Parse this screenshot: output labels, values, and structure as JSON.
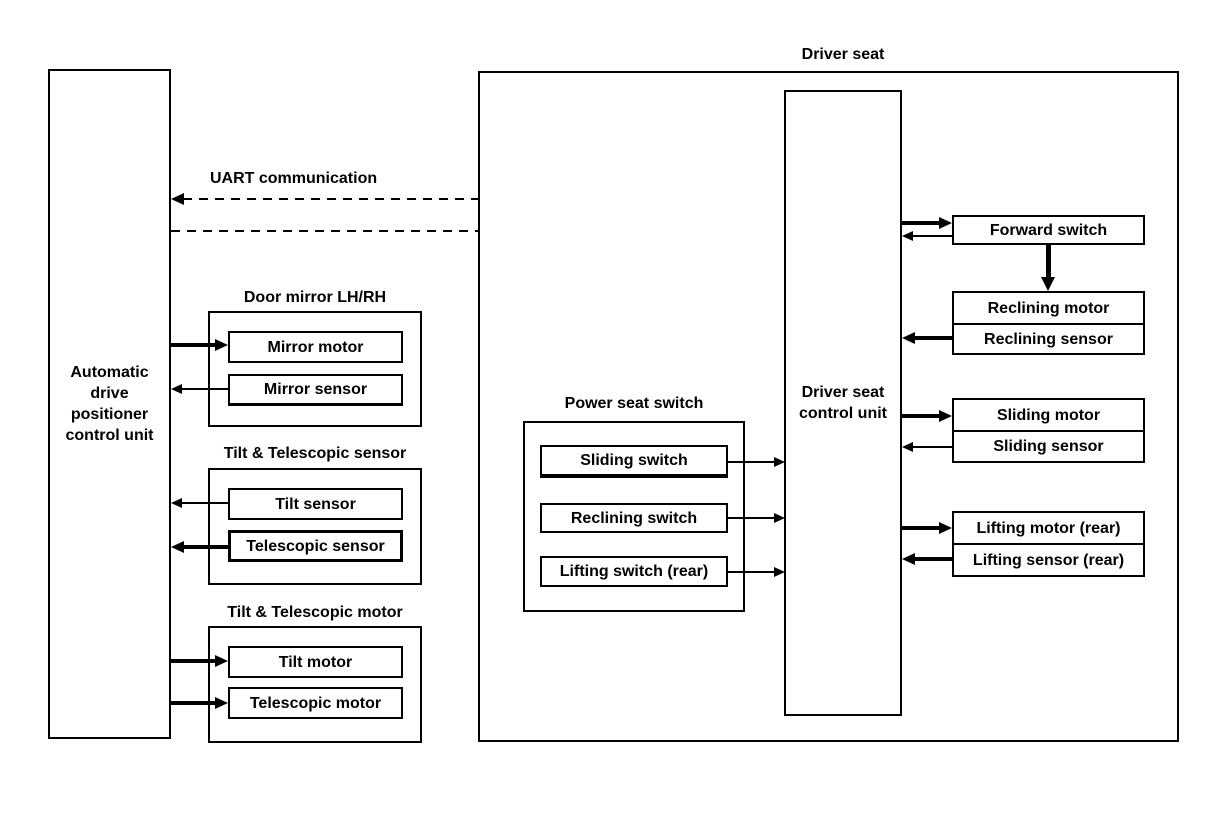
{
  "colors": {
    "line": "#000000",
    "background": "#ffffff"
  },
  "left_unit": {
    "label": "Automatic\ndrive\npositioner\ncontrol unit"
  },
  "uart": {
    "label": "UART communication"
  },
  "driver_seat": {
    "title": "Driver seat",
    "control_unit_label": "Driver seat\ncontrol unit"
  },
  "door_mirror": {
    "title": "Door mirror LH/RH",
    "items": [
      "Mirror motor",
      "Mirror sensor"
    ]
  },
  "tilt_telescopic_sensor": {
    "title": "Tilt & Telescopic sensor",
    "items": [
      "Tilt sensor",
      "Telescopic sensor"
    ]
  },
  "tilt_telescopic_motor": {
    "title": "Tilt & Telescopic motor",
    "items": [
      "Tilt motor",
      "Telescopic motor"
    ]
  },
  "power_seat_switch": {
    "title": "Power seat switch",
    "items": [
      "Sliding switch",
      "Reclining switch",
      "Lifting switch (rear)"
    ]
  },
  "seat_devices": {
    "forward_switch": "Forward switch",
    "reclining_motor": "Reclining motor",
    "reclining_sensor": "Reclining sensor",
    "sliding_motor": "Sliding motor",
    "sliding_sensor": "Sliding sensor",
    "lifting_motor_rear": "Lifting motor (rear)",
    "lifting_sensor_rear": "Lifting sensor (rear)"
  }
}
